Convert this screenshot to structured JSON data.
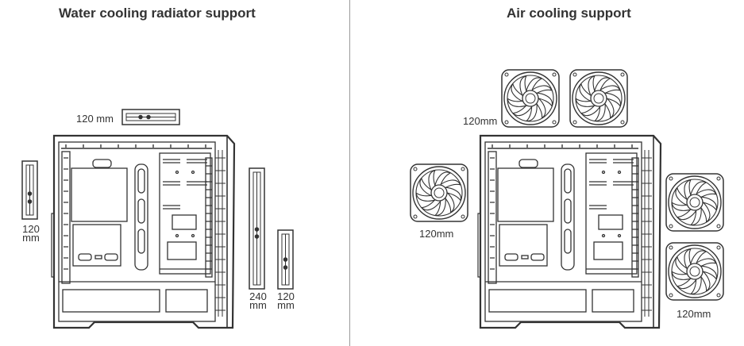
{
  "left_panel": {
    "title": "Water cooling radiator support",
    "top_label": "120 mm",
    "left_label": {
      "size": "120",
      "unit": "mm"
    },
    "front_long_label": {
      "size": "240",
      "unit": "mm"
    },
    "front_short_label": {
      "size": "120",
      "unit": "mm"
    }
  },
  "right_panel": {
    "title": "Air cooling support",
    "top_label": "120mm",
    "rear_label": "120mm",
    "front_label": "120mm"
  },
  "colors": {
    "line": "#333333",
    "divider": "#9a9a9a",
    "background": "#ffffff"
  }
}
